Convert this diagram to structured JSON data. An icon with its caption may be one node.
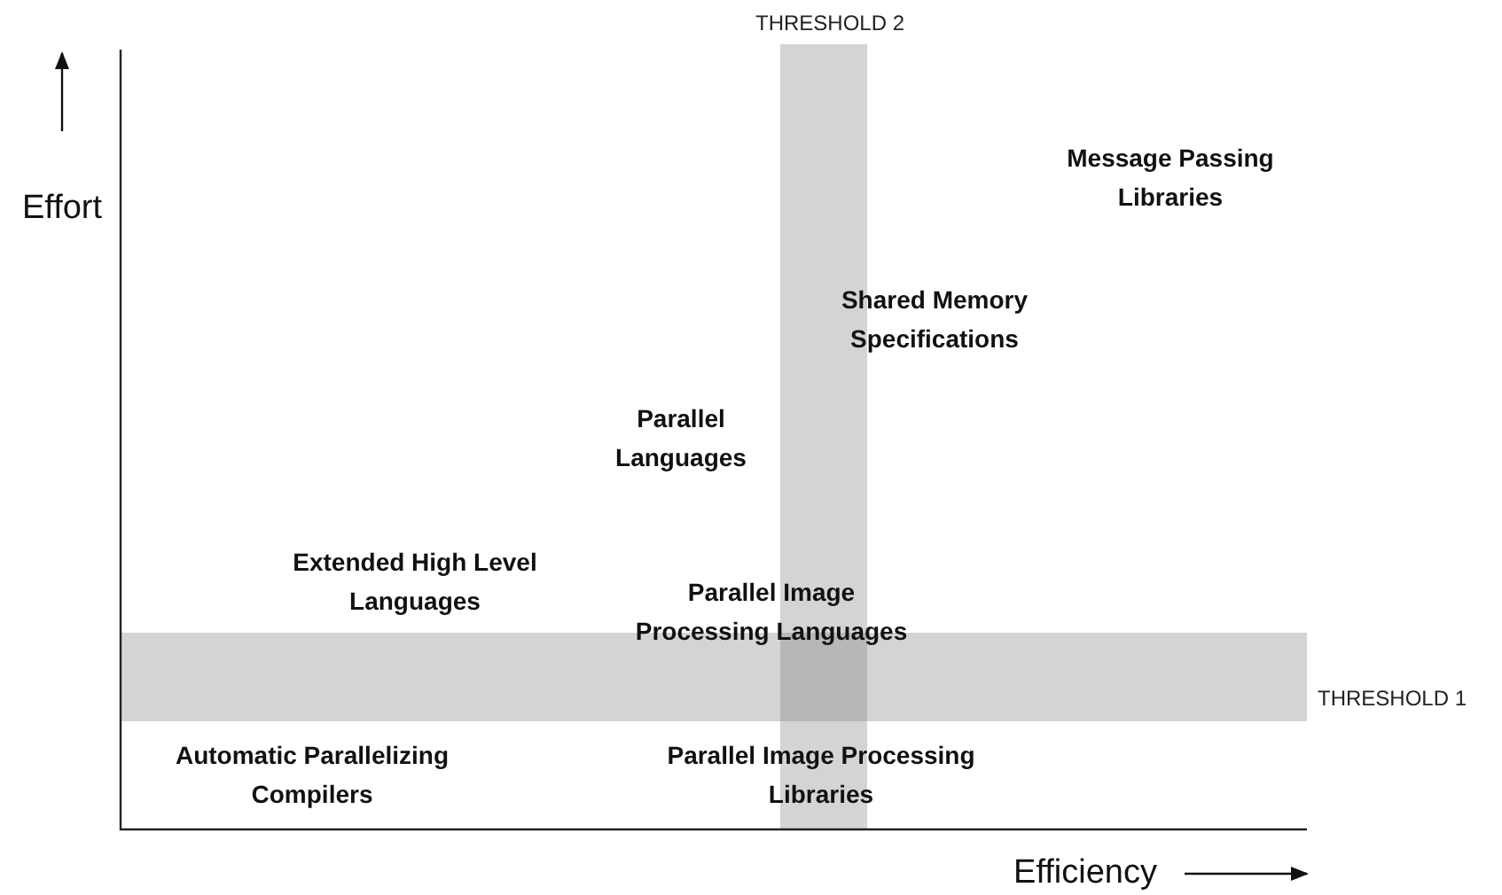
{
  "diagram": {
    "nodes": [
      {
        "text": [],
        "shape": "bar",
        "beside": [
          "THRESHOLD 2"
        ]
      },
      {
        "text": [],
        "shape": "bar",
        "beside": [
          "THRESHOLD 1"
        ]
      }
    ],
    "labels": [
      "Effort",
      "Message Passing Libraries",
      "Shared Memory Specifications",
      "Parallel Languages",
      "Extended High Level Languages",
      "Parallel Image Processing Languages",
      "Automatic Parallelizing Compilers",
      "Parallel Image Processing Libraries",
      "Efficiency"
    ]
  }
}
